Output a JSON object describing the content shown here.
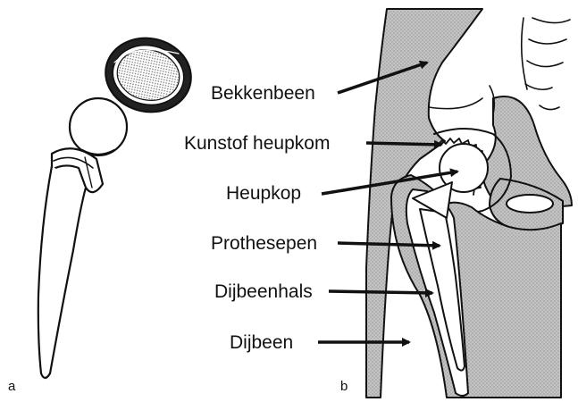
{
  "panels": {
    "a": "a",
    "b": "b"
  },
  "labels": [
    "Bekkenbeen",
    "Kunstof heupkom",
    "Heupkop",
    "Prothesepen",
    "Dijbeenhals",
    "Dijbeen"
  ],
  "colors": {
    "ink": "#111111",
    "bone_fill": "#bdbdbd",
    "paper": "#ffffff"
  }
}
